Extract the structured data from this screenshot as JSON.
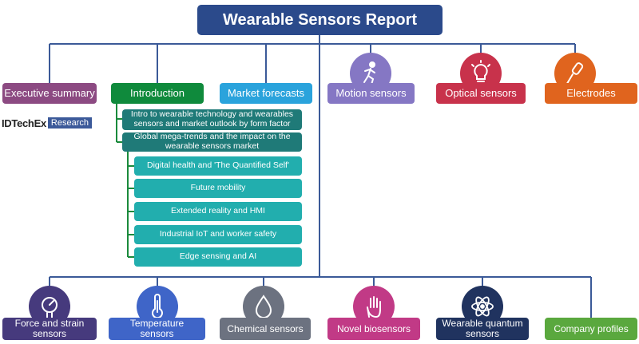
{
  "title": "Wearable Sensors Report",
  "logo": {
    "brand": "IDTechEx",
    "suffix": "Research"
  },
  "top_row": {
    "executive_summary": "Executive summary",
    "introduction": "Introduction",
    "market_forecasts": "Market forecasts",
    "motion_sensors": "Motion sensors",
    "optical_sensors": "Optical sensors",
    "electrodes": "Electrodes"
  },
  "introduction_items": [
    "Intro to wearable technology and wearables sensors and market outlook by form factor",
    "Global mega-trends and the impact on the wearable sensors market",
    "Digital health and 'The Quantified Self'",
    "Future mobility",
    "Extended reality and HMI",
    "Industrial IoT and worker safety",
    "Edge sensing and AI"
  ],
  "bottom_row": {
    "force_strain": "Force and strain sensors",
    "temperature": "Temperature sensors",
    "chemical": "Chemical sensors",
    "novel_bio": "Novel biosensors",
    "quantum": "Wearable quantum sensors",
    "company_profiles": "Company profiles"
  },
  "colors": {
    "title": "#2b4a8b",
    "executive": "#8c4a82",
    "introduction": "#0f8a3c",
    "market": "#2aa3dc",
    "motion": "#8577c4",
    "optical": "#c8324b",
    "electrodes": "#e0641e",
    "teal_dark": "#1f7a78",
    "teal_light": "#22aeae",
    "force": "#463a7d",
    "temperature": "#3f65c8",
    "chemical": "#6c7280",
    "novel": "#c13a86",
    "quantum": "#20335f",
    "company": "#5aa83e",
    "connector": "#3b5a98"
  },
  "icons": {
    "motion": "running-person-icon",
    "optical": "light-bulb-icon",
    "electrodes": "probe-icon",
    "force": "pressure-gauge-icon",
    "temperature": "thermometer-icon",
    "chemical": "droplet-icon",
    "novel": "hand-icon",
    "quantum": "atom-icon"
  }
}
